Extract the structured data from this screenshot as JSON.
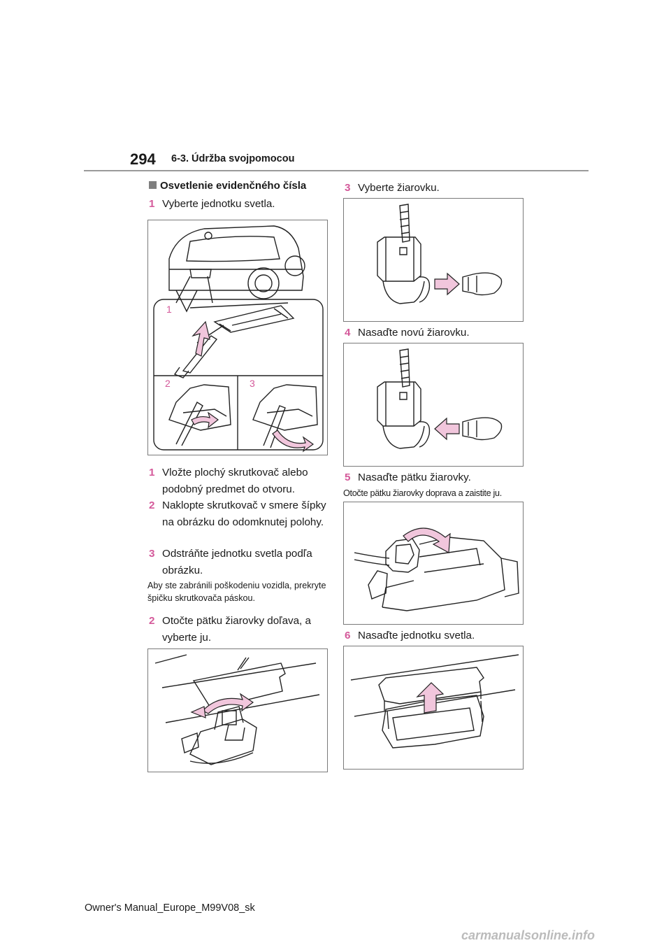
{
  "header": {
    "page_number": "294",
    "chapter": "6-3. Údržba svojpomocou"
  },
  "section_title": "Osvetlenie evidenčného čísla",
  "intro_step": {
    "num": "1",
    "text": "Vyberte jednotku svetla."
  },
  "figure1": {
    "label1": "1",
    "label2": "2",
    "label3": "3"
  },
  "substeps": [
    {
      "num": "1",
      "text": "Vložte plochý skrutkovač alebo podobný predmet do otvoru."
    },
    {
      "num": "2",
      "text": "Naklopte skrutkovač v smere šípky na obrázku do odomknutej polohy."
    },
    {
      "num": "3",
      "text": "Odstráňte jednotku svetla podľa obrázku."
    }
  ],
  "note1": "Aby ste zabránili poškodeniu vozidla, prekryte špičku skrutkovača páskou.",
  "steps": [
    {
      "num": "2",
      "text": "Otočte pätku žiarovky doľava, a vyberte ju."
    },
    {
      "num": "3",
      "text": "Vyberte žiarovku."
    },
    {
      "num": "4",
      "text": "Nasaďte novú žiarovku."
    },
    {
      "num": "5",
      "text": "Nasaďte pätku žiarovky."
    },
    {
      "num": "6",
      "text": "Nasaďte jednotku svetla."
    }
  ],
  "note2": "Otočte pätku žiarovky doprava a zaistite ju.",
  "colors": {
    "accent": "#d4599a",
    "arrow_fill": "#f1c6dc"
  },
  "footer": "Owner's Manual_Europe_M99V08_sk",
  "watermark": "carmanualsonline.info"
}
